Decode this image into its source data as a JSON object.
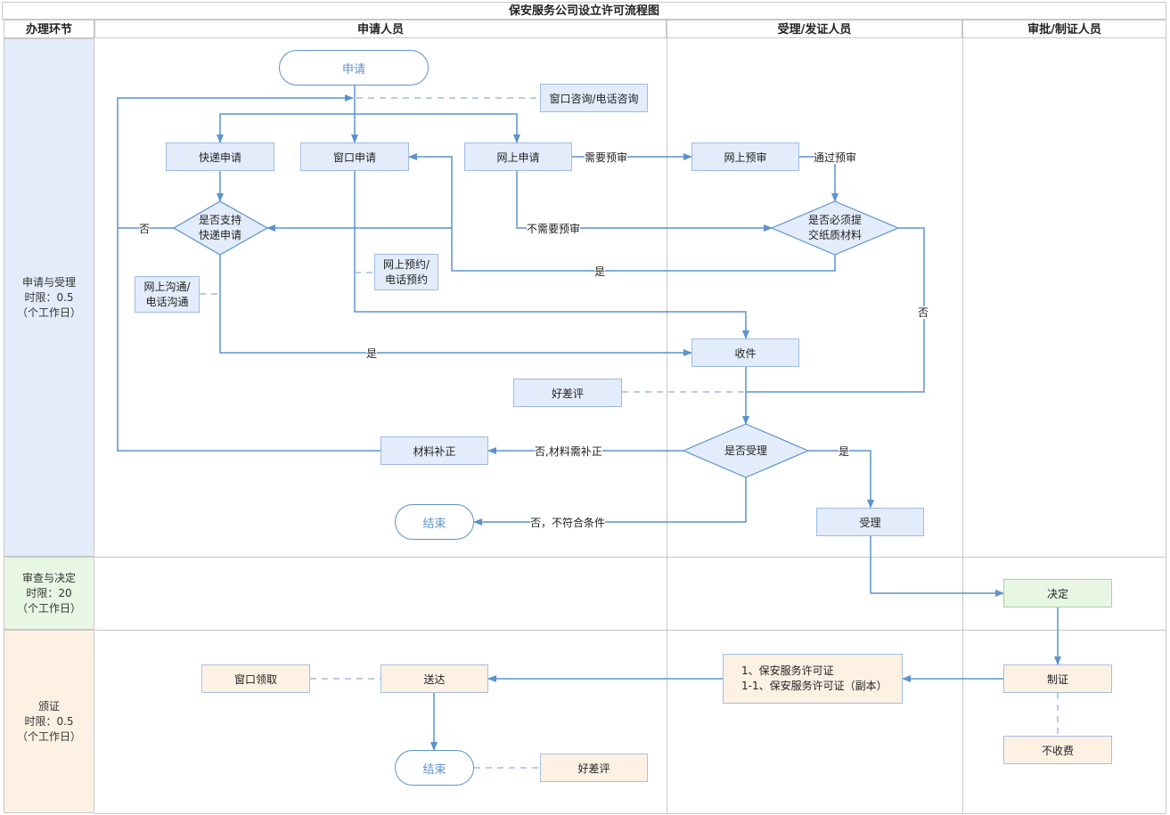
{
  "title": "保安服务公司设立许可流程图",
  "headers": {
    "col0": "办理环节",
    "col1": "申请人员",
    "col2": "受理/发证人员",
    "col3": "审批/制证人员"
  },
  "stages": {
    "s1": {
      "name": "申请与受理",
      "limit": "时限：0.5",
      "unit": "（个工作日）"
    },
    "s2": {
      "name": "审查与决定",
      "limit": "时限：20",
      "unit": "（个工作日）"
    },
    "s3": {
      "name": "颁证",
      "limit": "时限：0.5",
      "unit": "（个工作日）"
    }
  },
  "nodes": {
    "start": "申请",
    "consult": "窗口咨询/电话咨询",
    "express_apply": "快递申请",
    "window_apply": "窗口申请",
    "online_apply": "网上申请",
    "online_precheck": "网上预审",
    "express_support_q1": "是否支持",
    "express_support_q2": "快递申请",
    "paper_q1": "是否必须提",
    "paper_q2": "交纸质材料",
    "online_comm1": "网上沟通/",
    "online_comm2": "电话沟通",
    "reserve1": "网上预约/",
    "reserve2": "电话预约",
    "receive": "收件",
    "review_good": "好差评",
    "accept_q": "是否受理",
    "supplement": "材料补正",
    "end1": "结束",
    "accept": "受理",
    "decide": "决定",
    "make_cert": "制证",
    "no_fee": "不收费",
    "license1": "1、保安服务许可证",
    "license2": "1-1、保安服务许可证（副本）",
    "deliver": "送达",
    "window_pickup": "窗口领取",
    "end2": "结束",
    "review_good2": "好差评"
  },
  "labels": {
    "need_pre": "需要预审",
    "pass_pre": "通过预审",
    "no_need_pre": "不需要预审",
    "no1": "否",
    "yes1": "是",
    "no_right": "否",
    "yes_receive": "是",
    "no_supplement": "否,材料需补正",
    "yes_accept": "是",
    "no_reject": "否，不符合条件"
  },
  "colors": {
    "line": "#5b93cc",
    "blue_fill": "#e3ecfa",
    "green_fill": "#e8f7e4",
    "peach_fill": "#fdf1e4",
    "stage1_fill": "#e3ecfa",
    "stage2_fill": "#e8f7e4",
    "stage3_fill": "#fdf1e4"
  }
}
